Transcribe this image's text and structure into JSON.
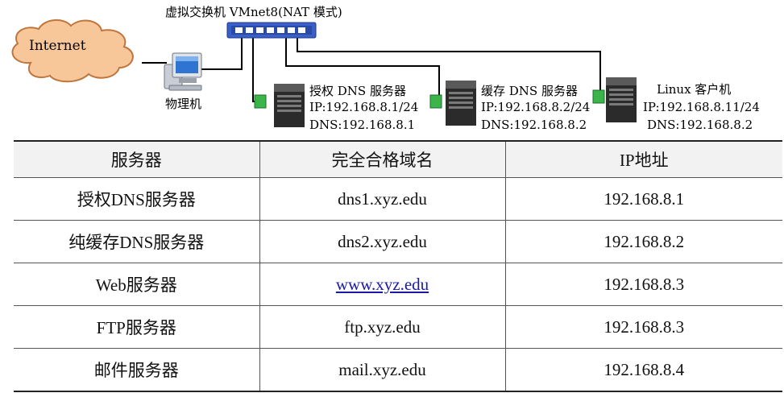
{
  "switch_label": "虚拟交换机 VMnet8(NAT 模式)",
  "cloud_label": "Internet",
  "host_label": "物理机",
  "servers": [
    {
      "title": "授权 DNS 服务器",
      "ip": "IP:192.168.8.1/24",
      "dns": "DNS:192.168.8.1"
    },
    {
      "title": "缓存 DNS 服务器",
      "ip": "IP:192.168.8.2/24",
      "dns": "DNS:192.168.8.2"
    },
    {
      "title": "Linux 客户机",
      "ip": "IP:192.168.8.11/24",
      "dns": "DNS:192.168.8.2"
    }
  ],
  "table": {
    "headers": [
      "服务器",
      "完全合格域名",
      "IP地址"
    ],
    "rows": [
      {
        "server": "授权DNS服务器",
        "fqdn": "dns1.xyz.edu",
        "ip": "192.168.8.1",
        "link": false
      },
      {
        "server": "纯缓存DNS服务器",
        "fqdn": "dns2.xyz.edu",
        "ip": "192.168.8.2",
        "link": false
      },
      {
        "server": "Web服务器",
        "fqdn": "www.xyz.edu",
        "ip": "192.168.8.3",
        "link": true
      },
      {
        "server": "FTP服务器",
        "fqdn": "ftp.xyz.edu",
        "ip": "192.168.8.3",
        "link": false
      },
      {
        "server": "邮件服务器",
        "fqdn": "mail.xyz.edu",
        "ip": "192.168.8.4",
        "link": false
      }
    ]
  },
  "colors": {
    "switch_body": "#3a5fc8",
    "cloud_fill": "#f7c79a",
    "cloud_stroke": "#c0753a",
    "server_body": "#2b2b2b",
    "nic_green": "#3bb54a",
    "monitor_blue": "#2f74d0",
    "link_blue": "#1a1aa6"
  }
}
